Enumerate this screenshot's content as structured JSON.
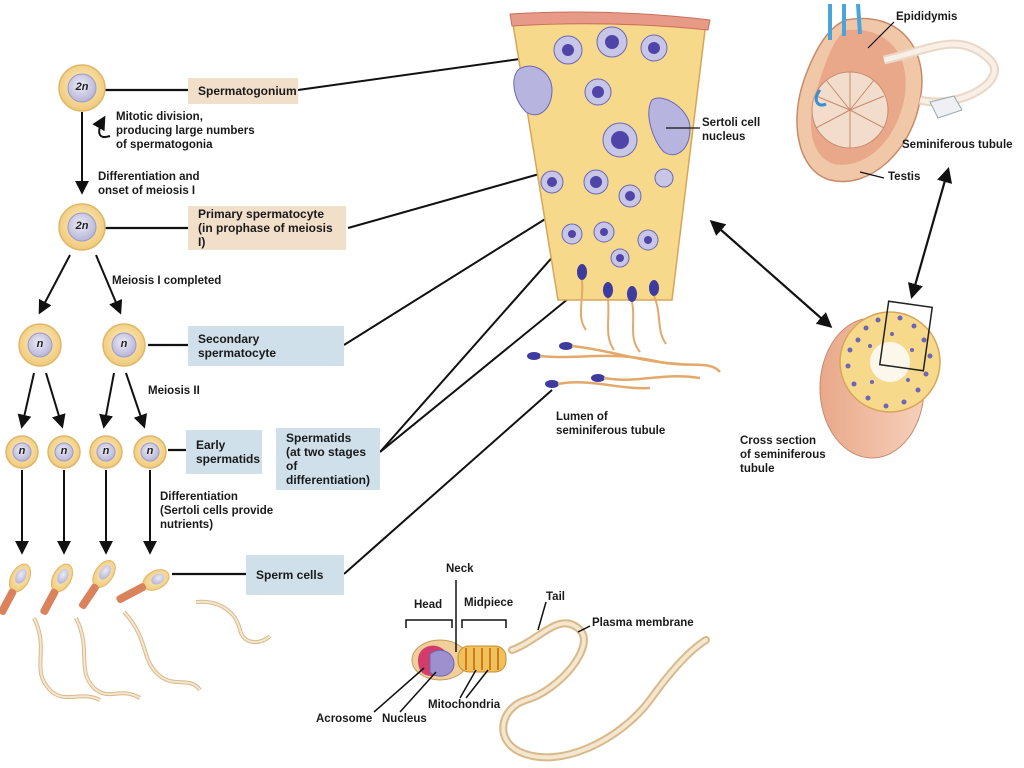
{
  "cells": {
    "spermatogonium": "2n",
    "primary": "2n",
    "secondary_left": "n",
    "secondary_right": "n",
    "spermatid_1": "n",
    "spermatid_2": "n",
    "spermatid_3": "n",
    "spermatid_4": "n"
  },
  "labels": {
    "spermatogonium": "Spermatogonium",
    "mitotic": "Mitotic division,\nproducing large numbers\nof spermatogonia",
    "differentiation_meiosis": "Differentiation and\nonset of meiosis I",
    "primary": "Primary spermatocyte\n(in prophase of meiosis I)",
    "meiosis_i": "Meiosis I completed",
    "secondary": "Secondary spermatocyte",
    "meiosis_ii": "Meiosis II",
    "early_spermatids": "Early\nspermatids",
    "spermatids_stages": "Spermatids\n(at two stages of\ndifferentiation)",
    "differentiation_sertoli": "Differentiation\n(Sertoli cells provide\nnutrients)",
    "sperm_cells": "Sperm cells",
    "sertoli_nucleus": "Sertoli cell\nnucleus",
    "lumen": "Lumen of\nseminiferous tubule",
    "epididymis": "Epididymis",
    "seminiferous_tubule": "Seminiferous tubule",
    "testis": "Testis",
    "cross_section": "Cross section\nof seminiferous\ntubule",
    "neck": "Neck",
    "head": "Head",
    "midpiece": "Midpiece",
    "tail": "Tail",
    "plasma_membrane": "Plasma membrane",
    "acrosome": "Acrosome",
    "nucleus": "Nucleus",
    "mitochondria": "Mitochondria"
  },
  "colors": {
    "tan_box": "#f1dfca",
    "blue_box": "#cfe0ea",
    "cell_outer": "#f5d79a",
    "cell_inner": "#cfcde6",
    "tissue": "#f6d98a",
    "sperm_midpiece": "#d9825b",
    "nucleus_purple": "#5a4fb0"
  }
}
